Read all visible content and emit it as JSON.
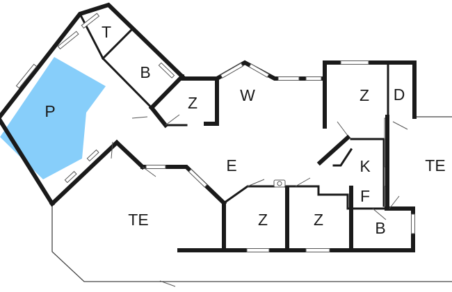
{
  "floorplan": {
    "pool_color": "#87CEFA",
    "rooms": {
      "pool": "P",
      "toilet": "T",
      "bath_upper": "B",
      "bedroom_upper": "Z",
      "living": "W",
      "bedroom_right": "Z",
      "shower": "D",
      "hall": "E",
      "kitchen": "K",
      "terrace_right": "TE",
      "terrace_left": "TE",
      "bedroom_lower_1": "Z",
      "bedroom_lower_2": "Z",
      "utility": "F",
      "bath_lower": "B"
    }
  }
}
